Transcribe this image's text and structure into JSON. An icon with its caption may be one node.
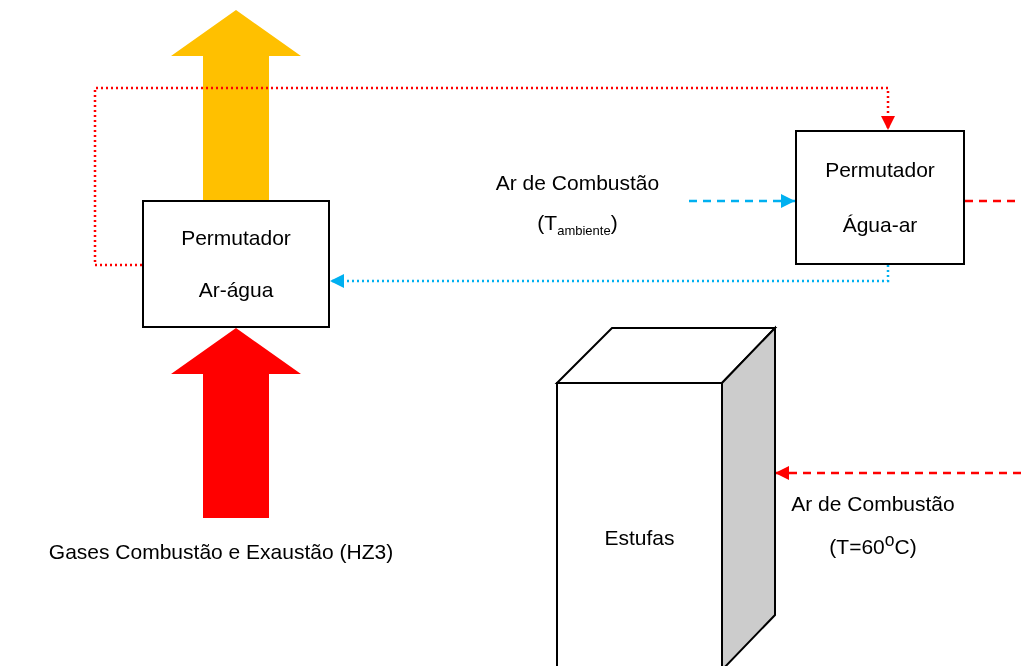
{
  "diagram": {
    "nodes": [
      {
        "text": [
          "Permutador",
          "Ar-água"
        ]
      },
      {
        "text": [
          "Permutador",
          "Água-ar"
        ]
      },
      {
        "text": [
          "Estufas"
        ]
      },
      {
        "text": [
          "Ar de Combustão",
          "(T$_{ambiente}$)"
        ]
      },
      {
        "text": [
          "Gases Combustão e Exaustão (HZ3)"
        ]
      }
    ],
    "edges": [
      {
        "from": 4,
        "to": 0,
        "arrow": "to",
        "style": "thick",
        "color": "#ff0000"
      },
      {
        "from": 0,
        "to": null,
        "arrow": "to",
        "style": "thick",
        "color": "#ffc000"
      },
      {
        "from": 0,
        "to": 1,
        "arrow": "to",
        "style": "dashed",
        "color": "#ff0000"
      },
      {
        "from": 1,
        "to": 0,
        "arrow": "to",
        "style": "dashed",
        "color": "#00b0f0"
      },
      {
        "from": 3,
        "to": 1,
        "arrow": "to",
        "style": "dashed",
        "color": "#00b0f0"
      },
      {
        "from": 1,
        "to": null,
        "arrow": "none",
        "style": "dashed",
        "color": "#ff0000"
      },
      {
        "from": null,
        "to": 2,
        "arrow": "to",
        "style": "dashed",
        "color": "#ff0000",
        "label": "Ar de Combustão (T=60$^{o}$C)"
      }
    ]
  }
}
